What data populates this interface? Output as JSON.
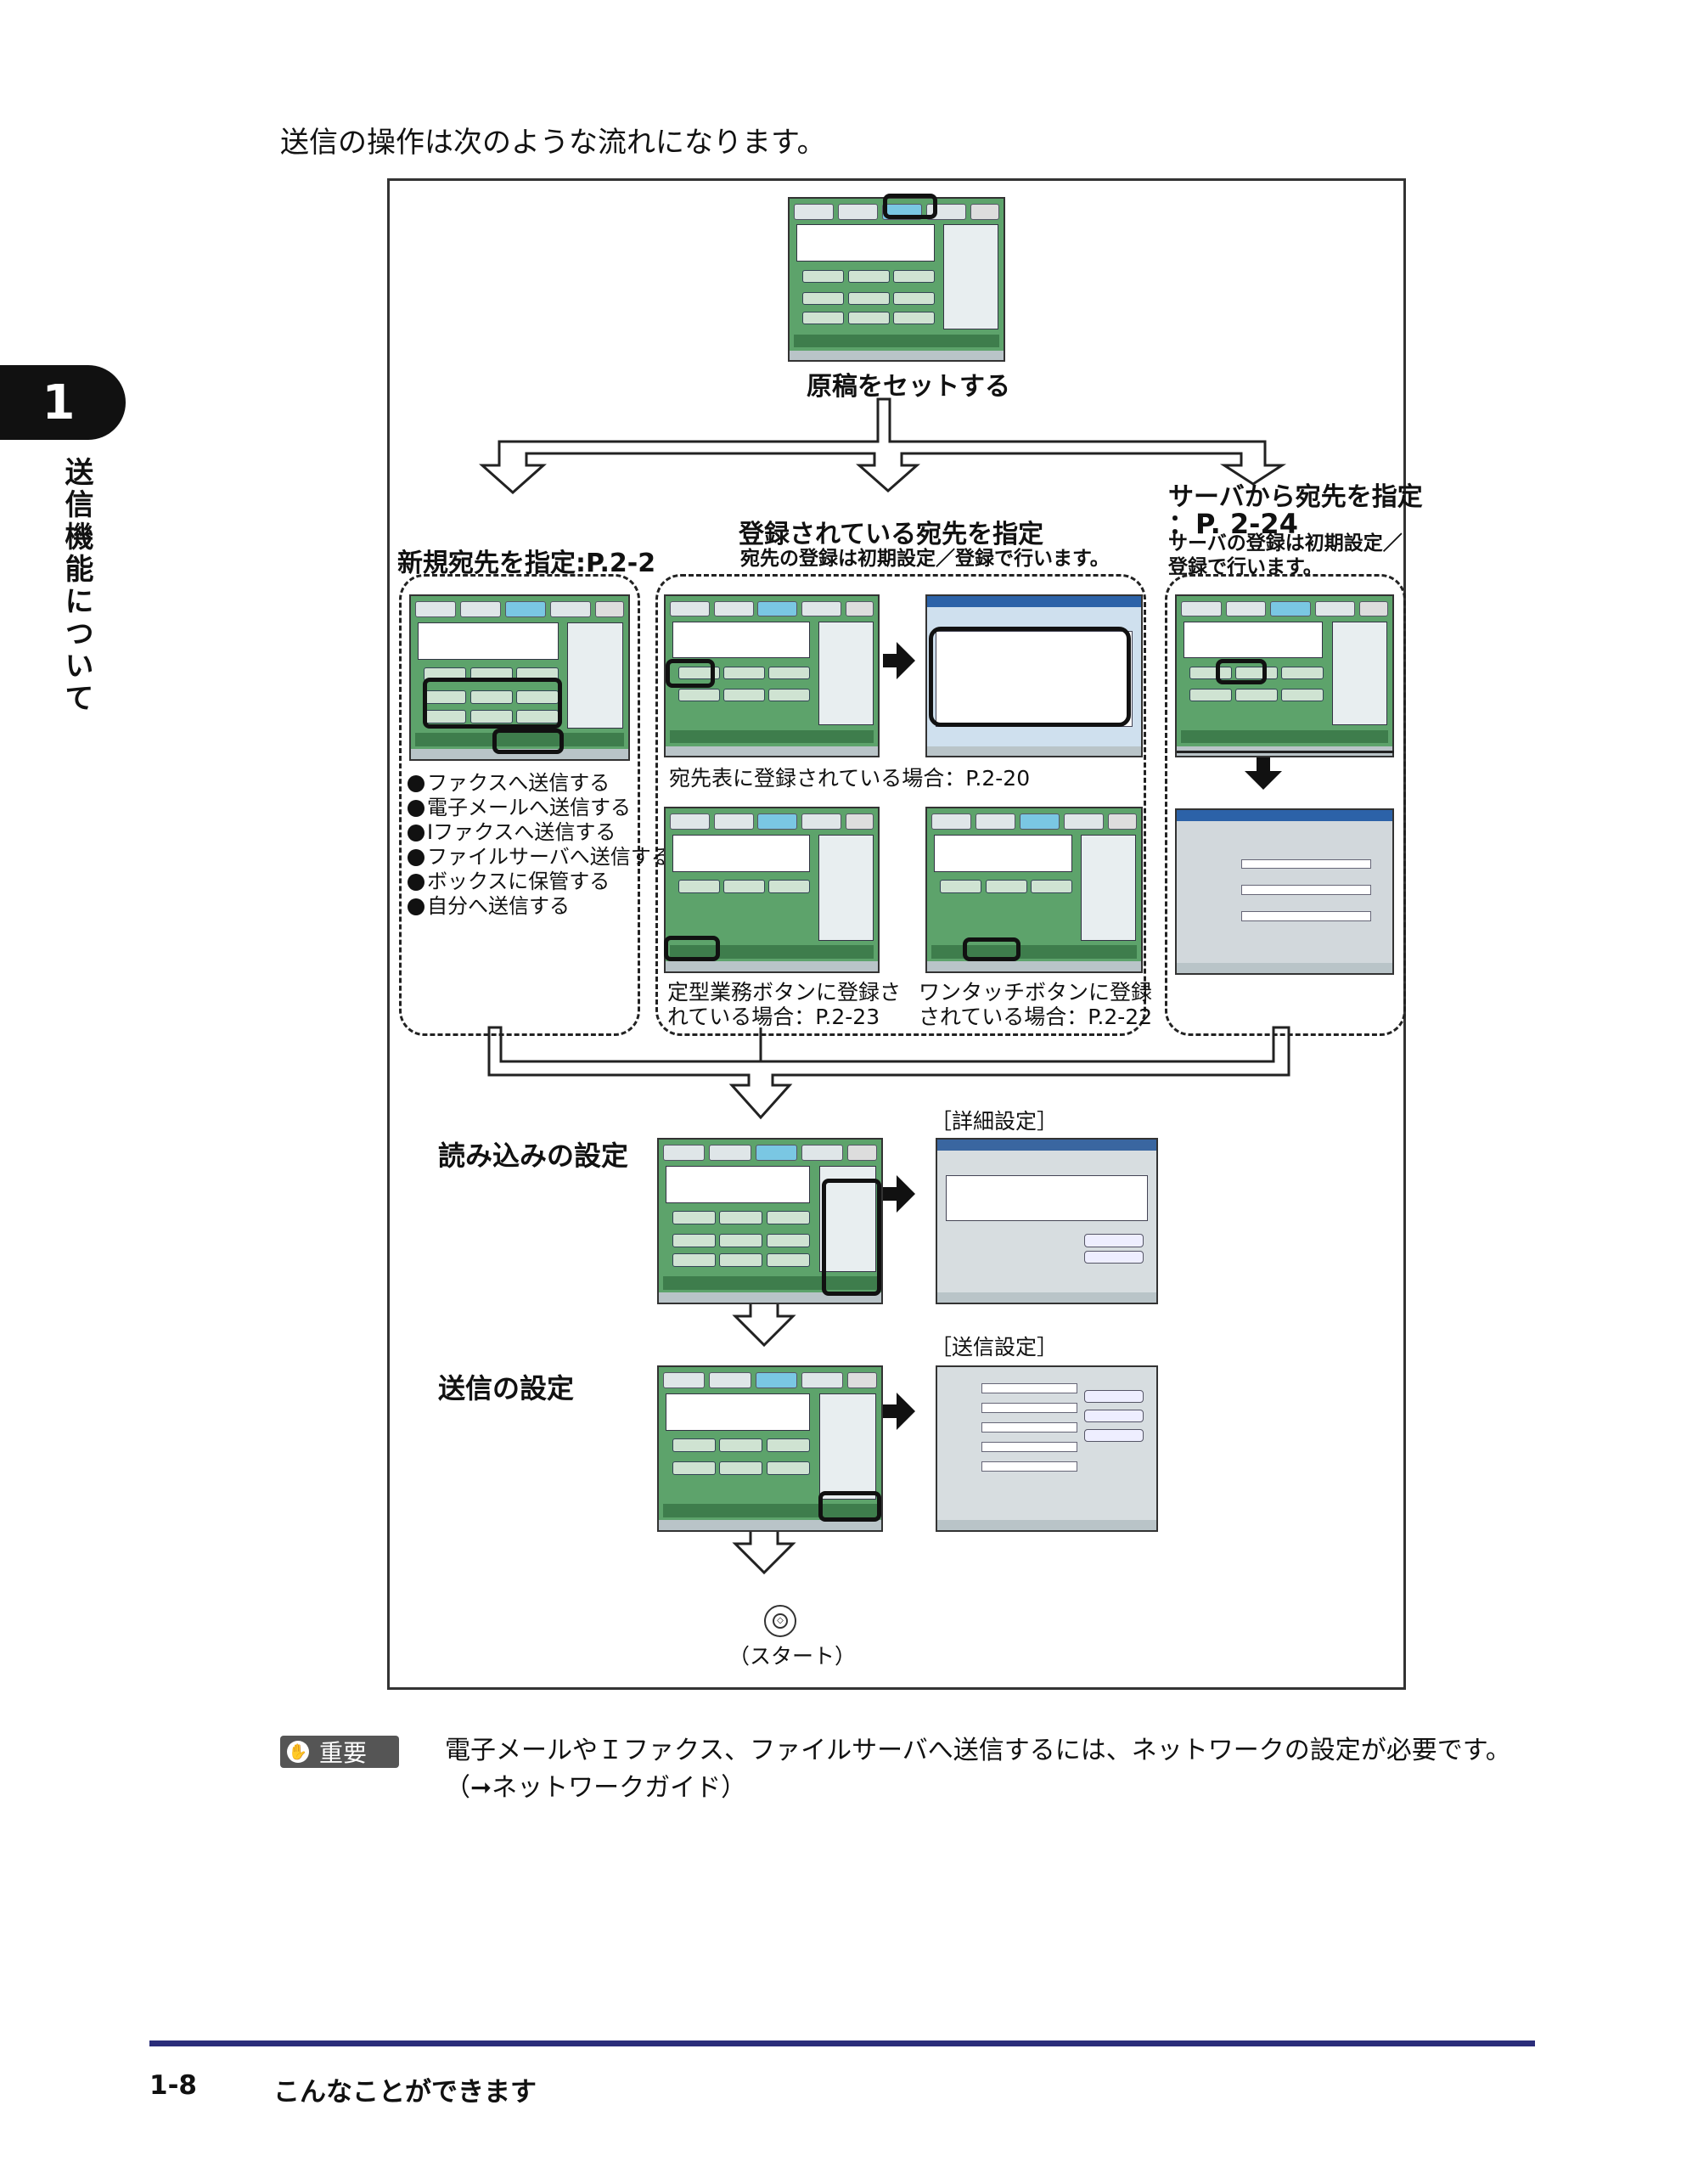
{
  "intro": "送信の操作は次のような流れになります。",
  "chapter": {
    "number": "1",
    "title": "送信機能について"
  },
  "flow": {
    "step_set_original": "原稿をセットする",
    "new_dest": {
      "title": "新規宛先を指定:P.2-2"
    },
    "registered": {
      "title": "登録されている宛先を指定",
      "subtitle": "宛先の登録は初期設定／登録で行います。",
      "address_book": "宛先表に登録されている場合：P.2-20",
      "favorites": "定型業務ボタンに登録さ\nれている場合：P.2-23",
      "one_touch": "ワンタッチボタンに登録\nされている場合：P.2-22"
    },
    "server": {
      "title": "サーバから宛先を指定",
      "page": "：P. 2-24",
      "note": "サーバの登録は初期設定／\n登録で行います。"
    },
    "methods": [
      "ファクスへ送信する",
      "電子メールへ送信する",
      "Iファクスへ送信する",
      "ファイルサーバへ送信する",
      "ボックスに保管する",
      "自分へ送信する"
    ],
    "scan_settings": "読み込みの設定",
    "scan_detail": "［詳細設定］",
    "send_settings": "送信の設定",
    "send_detail": "［送信設定］",
    "start": "（スタート）"
  },
  "note": {
    "badge": "重要",
    "text": "電子メールやＩファクス、ファイルサーバへ送信するには、ネットワークの設定が必要です。（➞ネットワークガイド）"
  },
  "footer": {
    "page_number": "1-8",
    "title": "こんなことができます"
  }
}
